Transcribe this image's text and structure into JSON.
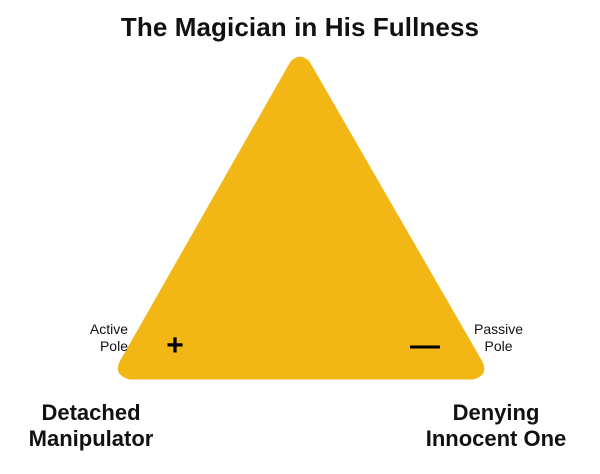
{
  "chart_data": {
    "type": "diagram",
    "title": "The Magician in His Fullness",
    "shape": "triangle",
    "fill_color": "#F2B714",
    "apex": {
      "label": ""
    },
    "axes": [
      {
        "name": "active",
        "pole_label": "Active\nPole",
        "sign": "+",
        "corner_label": "Detached\nManipulator"
      },
      {
        "name": "passive",
        "pole_label": "Passive\nPole",
        "sign": "—",
        "corner_label": "Denying\nInnocent One"
      }
    ],
    "grid": false,
    "legend": "none"
  },
  "diagram": {
    "title": "The Magician in His Fullness",
    "triangle_color": "#F2B714",
    "left": {
      "pole_label": "Active\nPole",
      "sign": "+",
      "corner_label": "Detached\nManipulator"
    },
    "right": {
      "pole_label": "Passive\nPole",
      "sign": "—",
      "corner_label": "Denying\nInnocent One"
    }
  }
}
